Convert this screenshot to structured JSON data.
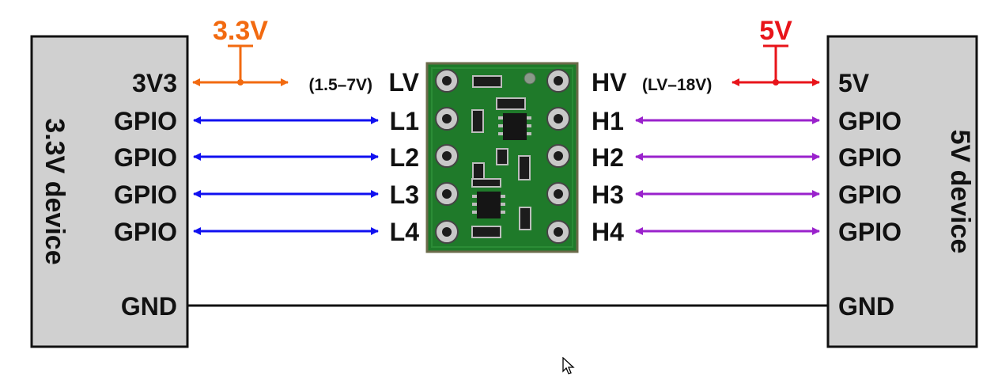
{
  "left_device": {
    "name": "3.3V device",
    "pins": [
      "3V3",
      "GPIO",
      "GPIO",
      "GPIO",
      "GPIO"
    ],
    "gnd": "GND"
  },
  "right_device": {
    "name": "5V device",
    "pins": [
      "5V",
      "GPIO",
      "GPIO",
      "GPIO",
      "GPIO"
    ],
    "gnd": "GND"
  },
  "low_supply": {
    "label": "3.3V",
    "color": "#f26a10"
  },
  "high_supply": {
    "label": "5V",
    "color": "#e8141a"
  },
  "board": {
    "left_pins": [
      "LV",
      "L1",
      "L2",
      "L3",
      "L4"
    ],
    "right_pins": [
      "HV",
      "H1",
      "H2",
      "H3",
      "H4"
    ],
    "lv_range": "(1.5–7V)",
    "hv_range": "(LV–18V)",
    "pcb_color": "#1f7a2a"
  },
  "colors": {
    "low_signal": "#1010f0",
    "high_signal": "#9a22cc",
    "device_fill": "#d0d0d0"
  }
}
